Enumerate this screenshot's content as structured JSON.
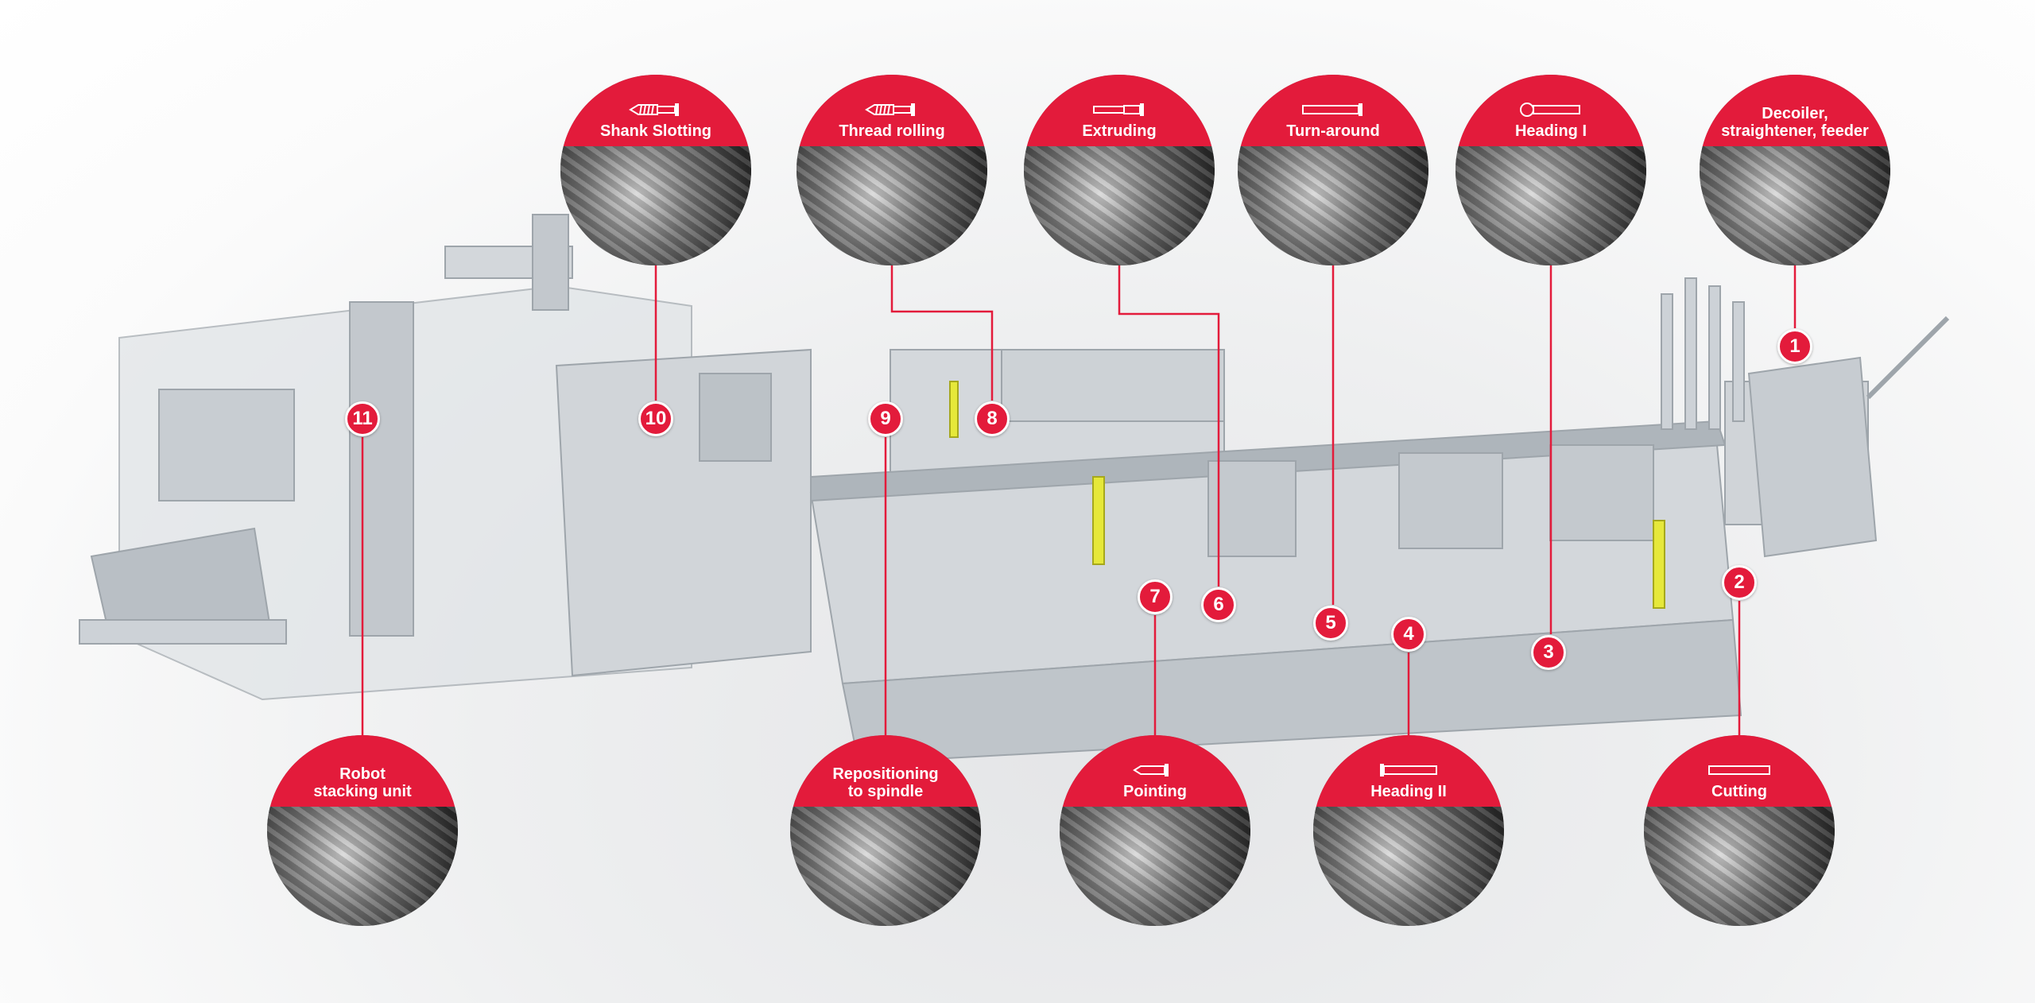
{
  "title": "Fastener production line process stations",
  "colors": {
    "accent": "#e31b3b",
    "machine": "#c9ced3"
  },
  "stations": [
    {
      "number": "1",
      "label": "Decoiler,\nstraightener, feeder",
      "icon": "none"
    },
    {
      "number": "2",
      "label": "Cutting",
      "icon": "bar-icon"
    },
    {
      "number": "3",
      "label": "Heading I",
      "icon": "ball-head-bar-icon"
    },
    {
      "number": "4",
      "label": "Heading II",
      "icon": "headed-pin-left-icon"
    },
    {
      "number": "5",
      "label": "Turn-around",
      "icon": "headed-pin-right-icon"
    },
    {
      "number": "6",
      "label": "Extruding",
      "icon": "extruded-pin-icon"
    },
    {
      "number": "7",
      "label": "Pointing",
      "icon": "pointed-pin-icon"
    },
    {
      "number": "8",
      "label": "Thread rolling",
      "icon": "threaded-screw-icon"
    },
    {
      "number": "9",
      "label": "Repositioning\nto spindle",
      "icon": "none"
    },
    {
      "number": "10",
      "label": "Shank Slotting",
      "icon": "slotted-screw-icon"
    },
    {
      "number": "11",
      "label": "Robot\nstacking unit",
      "icon": "none"
    }
  ]
}
